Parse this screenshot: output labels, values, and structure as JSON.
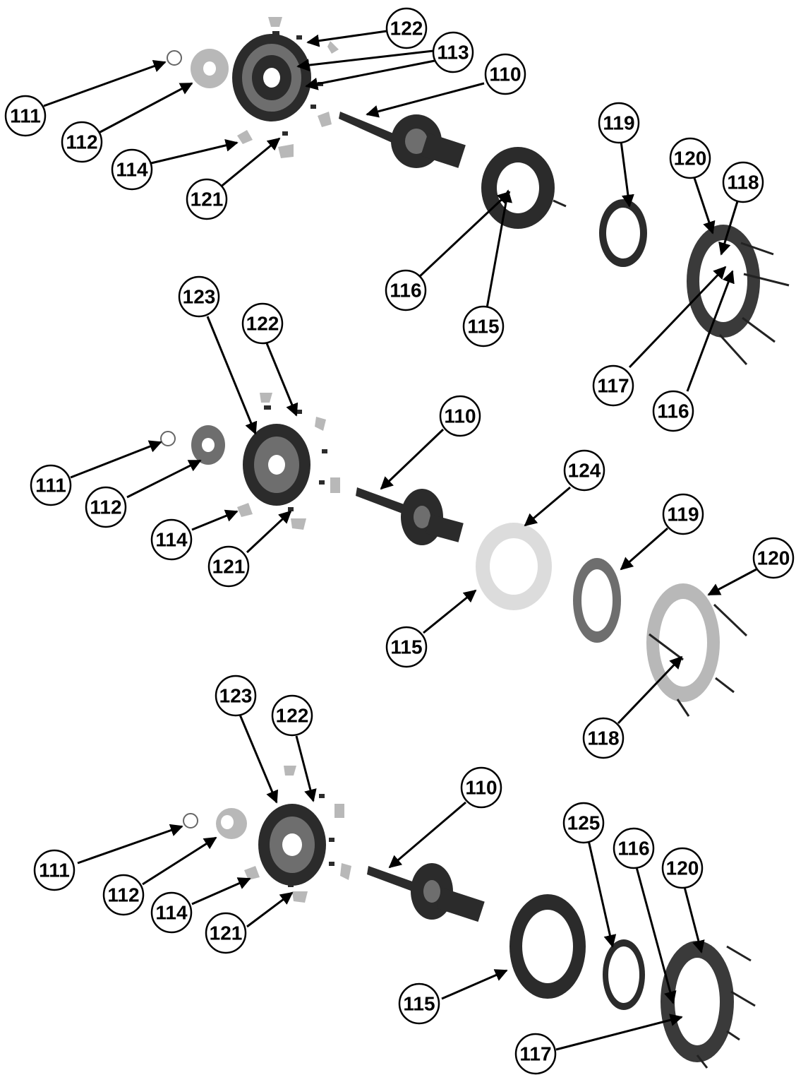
{
  "callouts": {
    "g1_111": "111",
    "g1_112": "112",
    "g1_113": "113",
    "g1_114": "114",
    "g1_121": "121",
    "g1_122": "122",
    "g1_110": "110",
    "g1_116a": "116",
    "g1_115": "115",
    "g1_119": "119",
    "g1_120": "120",
    "g1_118": "118",
    "g1_117": "117",
    "g1_116b": "116",
    "g2_123": "123",
    "g2_122": "122",
    "g2_111": "111",
    "g2_112": "112",
    "g2_114": "114",
    "g2_121": "121",
    "g2_110": "110",
    "g2_124": "124",
    "g2_115": "115",
    "g2_119": "119",
    "g2_120": "120",
    "g2_118": "118",
    "g3_123": "123",
    "g3_122": "122",
    "g3_110": "110",
    "g3_111": "111",
    "g3_112": "112",
    "g3_114": "114",
    "g3_121": "121",
    "g3_125": "125",
    "g3_116": "116",
    "g3_120": "120",
    "g3_115": "115",
    "g3_117": "117"
  },
  "colors": {
    "ink": "#000000",
    "part_dark": "#2b2b2b",
    "part_light": "#b8b8b8"
  }
}
